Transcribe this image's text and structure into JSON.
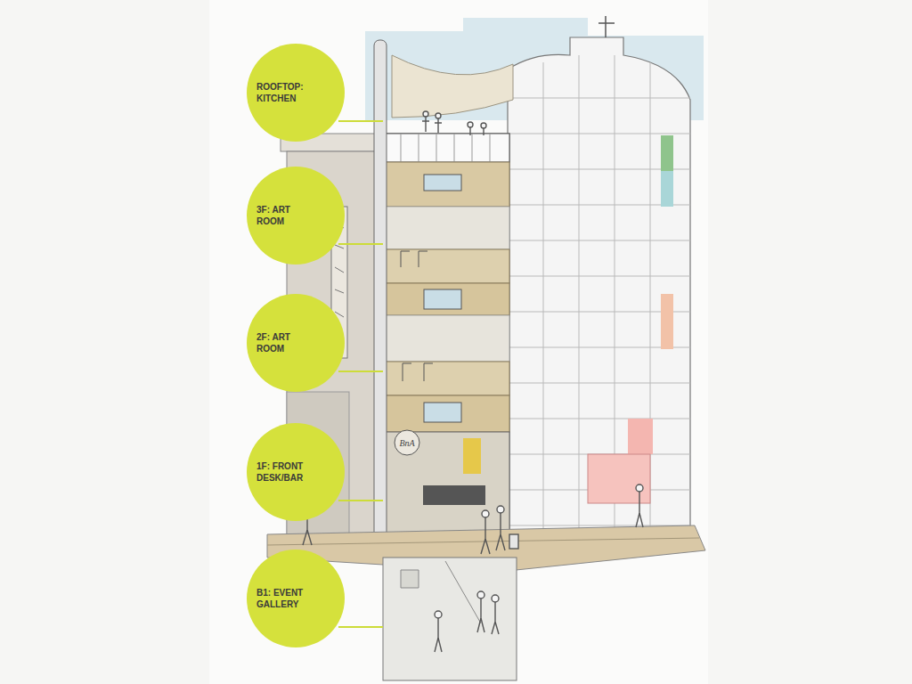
{
  "diagram": {
    "nodes": [
      {
        "text": [
          "ROOFTOP: KITCHEN"
        ]
      },
      {
        "text": [
          "3F: ART ROOM"
        ]
      },
      {
        "text": [
          "2F: ART ROOM"
        ]
      },
      {
        "text": [
          "1F: FRONT DESK/BAR"
        ]
      },
      {
        "text": [
          "B1: EVENT GALLERY"
        ]
      }
    ],
    "labels": [
      "BnA"
    ]
  }
}
